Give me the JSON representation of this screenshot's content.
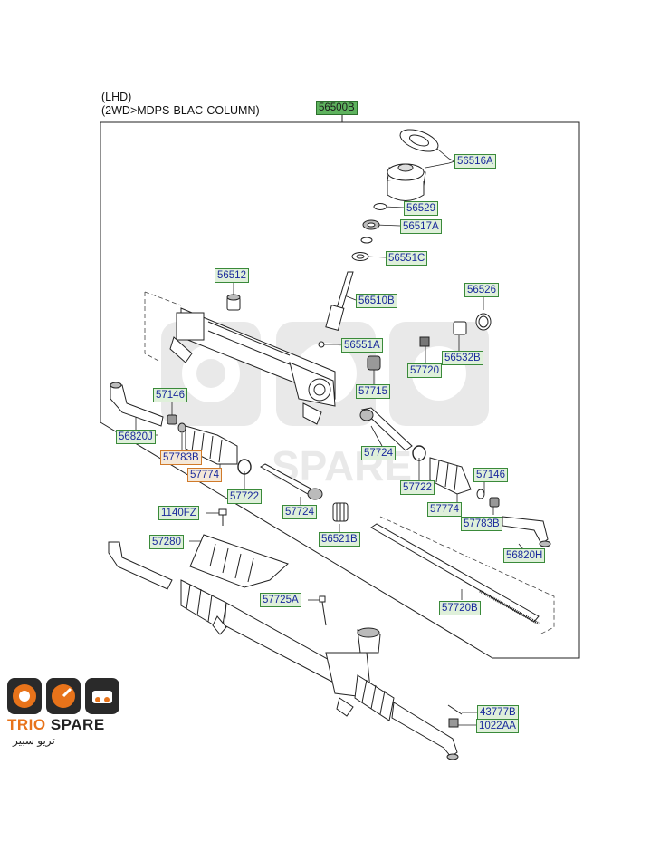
{
  "header": {
    "line1": "(LHD)",
    "line2": "(2WD>MDPS-BLAC-COLUMN)"
  },
  "main_part": "56500B",
  "parts": {
    "p56516A": "56516A",
    "p56529": "56529",
    "p56517A": "56517A",
    "p56551C": "56551C",
    "p56512": "56512",
    "p56510B": "56510B",
    "p56526": "56526",
    "p56551A": "56551A",
    "p56532B": "56532B",
    "p57720": "57720",
    "p57715": "57715",
    "p57146_l": "57146",
    "p56820J": "56820J",
    "p57783B_l": "57783B",
    "p57724_top": "57724",
    "p57774_l": "57774",
    "p57722_r": "57722",
    "p57146_r": "57146",
    "p57722_l": "57722",
    "p57724_bot": "57724",
    "p57774_r": "57774",
    "p57783B_r": "57783B",
    "p1140FZ": "1140FZ",
    "p56521B": "56521B",
    "p56820H": "56820H",
    "p57280": "57280",
    "p57725A": "57725A",
    "p57720B": "57720B",
    "p43777B": "43777B",
    "p1022AA": "1022AA"
  },
  "logo": {
    "name_a": "TRIO ",
    "name_b": "SPARE",
    "arabic": "تريو سبير"
  },
  "colors": {
    "label_text": "#1a2a9c",
    "label_border": "#3a8a3a",
    "main_label_bg": "#5eb35e",
    "brand_orange": "#e8731a",
    "line": "#222222"
  }
}
